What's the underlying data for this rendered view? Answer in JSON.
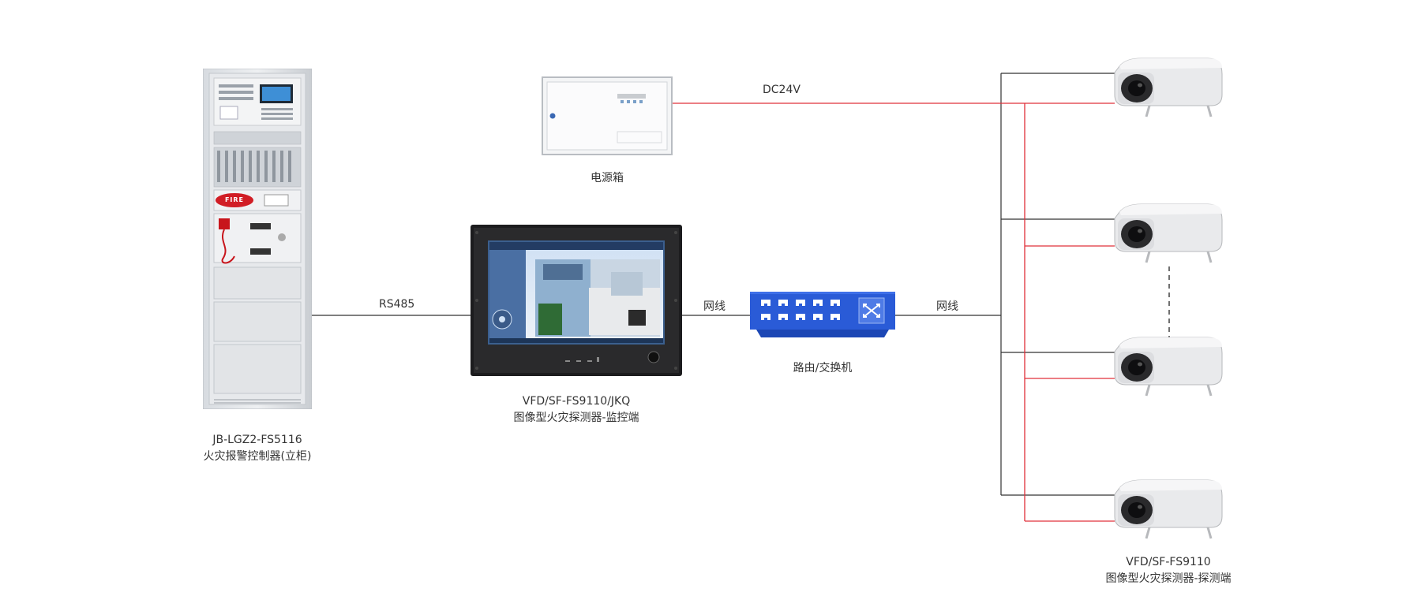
{
  "colors": {
    "data_line": "#333333",
    "power_line": "#e0303a",
    "switch_blue": "#2a5bd7"
  },
  "links": {
    "rs485": "RS485",
    "dc24v": "DC24V",
    "lan1": "网线",
    "lan2": "网线"
  },
  "devices": {
    "controller": {
      "model": "JB-LGZ2-FS5116",
      "name": "火灾报警控制器(立柜)",
      "panel_text": "FIRE"
    },
    "power_box": {
      "name": "电源箱"
    },
    "monitor": {
      "model": "VFD/SF-FS9110/JKQ",
      "name": "图像型火灾探测器-监控端"
    },
    "switch": {
      "name": "路由/交换机"
    },
    "detectors": {
      "model": "VFD/SF-FS9110",
      "name": "图像型火灾探测器-探测端",
      "count_shown": 4
    }
  }
}
